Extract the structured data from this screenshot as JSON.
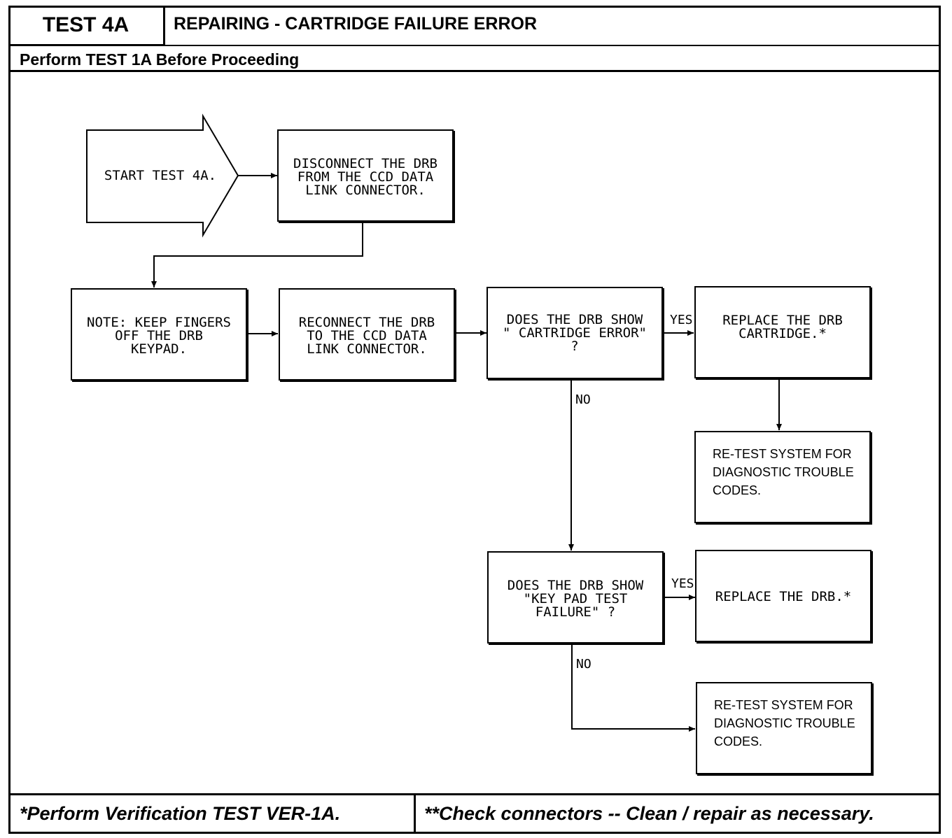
{
  "header": {
    "test_label": "TEST 4A",
    "title": "REPAIRING - CARTRIDGE FAILURE ERROR",
    "prerequisite": "Perform TEST 1A Before Proceeding"
  },
  "flow": {
    "start": "START TEST 4A.",
    "disconnect": "DISCONNECT THE DRB\nFROM THE CCD DATA\nLINK CONNECTOR.",
    "note": "NOTE: KEEP FINGERS\nOFF THE DRB\nKEYPAD.",
    "reconnect": "RECONNECT THE DRB\nTO THE CCD DATA\nLINK CONNECTOR.",
    "question1": "DOES THE DRB SHOW\n\" CARTRIDGE ERROR\"\n?",
    "replace_cartridge": "REPLACE THE DRB\nCARTRIDGE.*",
    "retest1": "RE-TEST SYSTEM FOR\nDIAGNOSTIC TROUBLE\nCODES.",
    "question2": "DOES THE DRB SHOW\n\"KEY PAD TEST\nFAILURE\" ?",
    "replace_drb": "REPLACE THE DRB.*",
    "retest2": "RE-TEST SYSTEM FOR\nDIAGNOSTIC TROUBLE\nCODES.",
    "yes1": "YES",
    "no1": "NO",
    "yes2": "YES",
    "no2": "NO"
  },
  "footer": {
    "left": "*Perform Verification TEST VER-1A.",
    "right": "**Check connectors -- Clean / repair as necessary."
  }
}
